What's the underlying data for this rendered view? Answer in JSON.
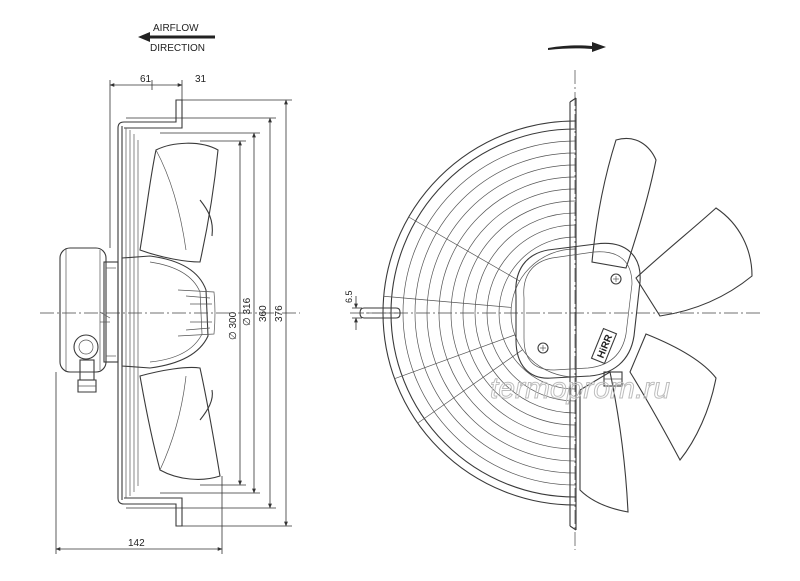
{
  "airflow": {
    "line1": "AIRFLOW",
    "line2": "DIRECTION"
  },
  "dimensions": {
    "d61": "61",
    "d31": "31",
    "d142": "142",
    "d300": "∅ 300",
    "d316": "∅ 316",
    "d360": "360",
    "d376": "376",
    "d65": "6.5"
  },
  "label_plate": "HiRR",
  "watermark": "termoprom.ru",
  "icons": {
    "airflow_arrow": "left-arrow-icon",
    "rotation_arrow": "right-arrow-icon",
    "screw": "screw-icon"
  }
}
